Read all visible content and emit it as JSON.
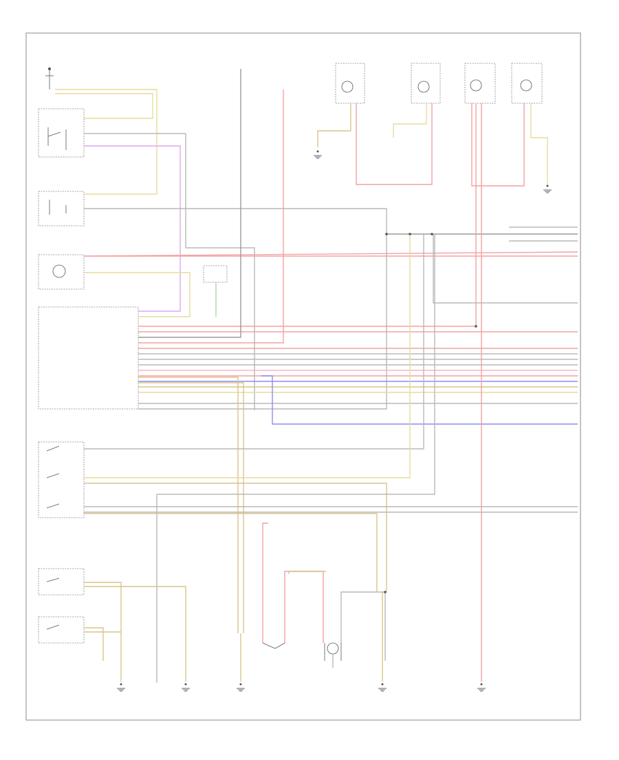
{
  "diagram": {
    "footer_code": "",
    "colors": {
      "red": "#f4a0a0",
      "yellow": "#e8dc9c",
      "tan": "#d8c48a",
      "violet": "#e2a6ee",
      "blue": "#8c8cf0",
      "gray": "#b8b8b8",
      "darkgray": "#9a9a9a",
      "green": "#a8d8a0",
      "pink": "#f6b6c6"
    },
    "components": [
      {
        "id": "hazard-switch",
        "label": ""
      },
      {
        "id": "light-switch",
        "label": ""
      },
      {
        "id": "dome-light",
        "label": ""
      },
      {
        "id": "module",
        "label": ""
      },
      {
        "id": "keyless-receiver",
        "label": ""
      },
      {
        "id": "front-door-switch",
        "label": ""
      },
      {
        "id": "left-latch",
        "label": ""
      },
      {
        "id": "right-latch",
        "label": ""
      },
      {
        "id": "trunk-switch",
        "label": ""
      },
      {
        "id": "trunk-light",
        "label": ""
      },
      {
        "id": "left-front-lamp",
        "label": ""
      },
      {
        "id": "right-front-lamp",
        "label": ""
      },
      {
        "id": "right-rear-lamp",
        "label": ""
      },
      {
        "id": "left-rear-lamp",
        "label": ""
      }
    ],
    "module_pins": [
      "",
      "",
      "",
      "",
      "",
      "",
      "",
      "",
      "",
      "",
      "",
      "",
      "",
      "",
      "",
      "",
      "",
      ""
    ],
    "grounds": [
      "",
      "",
      "",
      "",
      "",
      "",
      ""
    ]
  }
}
